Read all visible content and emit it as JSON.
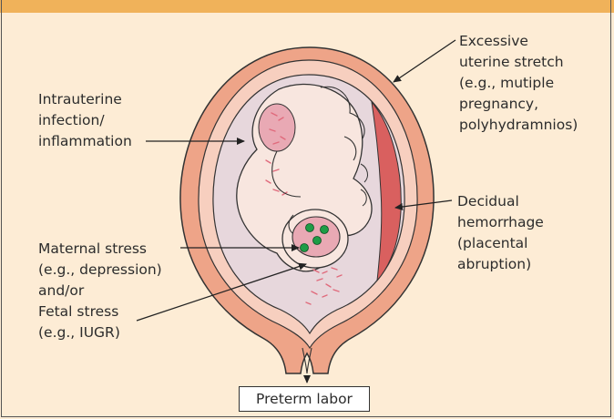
{
  "labels": {
    "excessive_stretch": "Excessive\nuterine stretch\n(e.g., mutiple\npregnancy,\npolyhydramnios)",
    "infection": "Intrauterine\ninfection/\ninflammation",
    "decidual": "Decidual\nhemorrhage\n(placental\nabruption)",
    "stress": "Maternal stress\n(e.g., depression)\nand/or\nFetal stress\n(e.g., IUGR)",
    "outcome": "Preterm labor"
  },
  "colors": {
    "header_bar": "#f0b25a",
    "background": "#fdecd5",
    "uterine_wall": "#eea488",
    "cavity": "#e7d7dc",
    "placenta": "#d9605f",
    "fetus_skin": "#f8e6df",
    "stress_dots": "#1f9c46"
  }
}
